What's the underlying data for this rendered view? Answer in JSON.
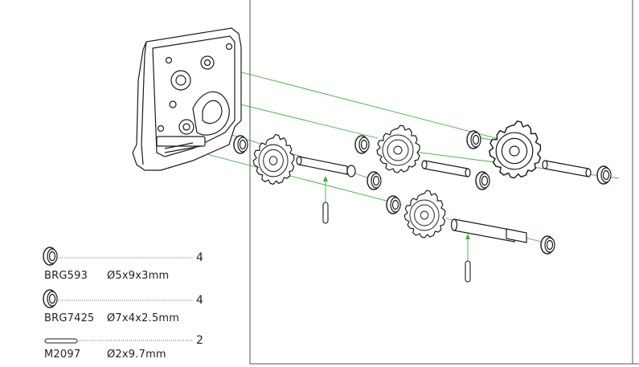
{
  "parts_list": [
    {
      "code": "BRG593",
      "size": "Ø5x9x3mm",
      "qty": "4",
      "icon": "bearing-icon"
    },
    {
      "code": "BRG7425",
      "size": "Ø7x4x2.5mm",
      "qty": "4",
      "icon": "bearing-icon"
    },
    {
      "code": "M2097",
      "size": "Ø2x9.7mm",
      "qty": "2",
      "icon": "pin-icon"
    }
  ],
  "colors": {
    "line": "#1a1a1a",
    "guide": "#3fae3f",
    "frame": "#555555"
  }
}
